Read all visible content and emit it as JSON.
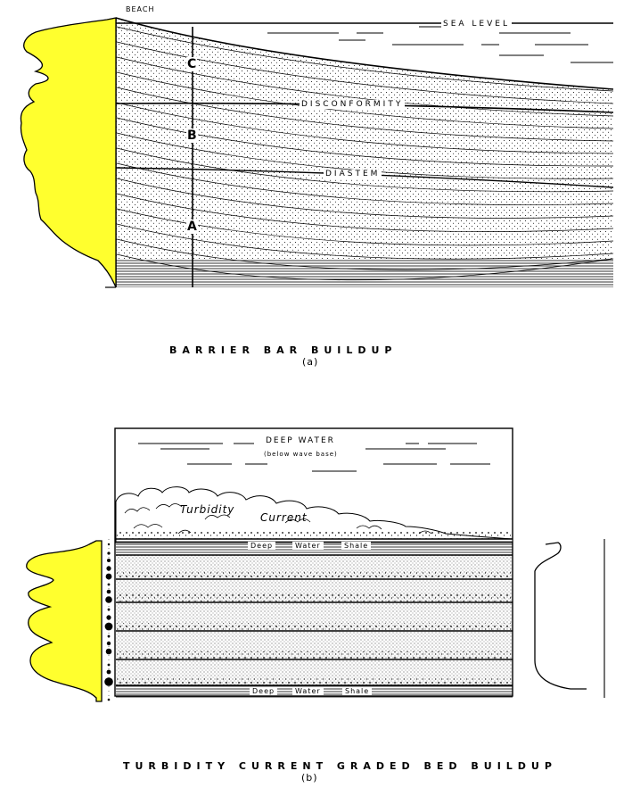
{
  "diagram_a": {
    "beach_label": "BEACH",
    "sea_level_label": "SEA LEVEL",
    "disconformity_label": "DISCONFORMITY",
    "diastem_label": "DIASTEM",
    "zone_labels": [
      "C",
      "B",
      "A"
    ],
    "title": "BARRIER BAR BUILDUP",
    "subtitle": "(a)"
  },
  "diagram_b": {
    "deep_water_label": "DEEP WATER",
    "deep_water_sub": "(below wave base)",
    "turbidity_label_1": "Turbidity",
    "turbidity_label_2": "Current",
    "shale_words": [
      "Deep",
      "Water",
      "Shale"
    ],
    "title": "TURBIDITY CURRENT GRADED BED BUILDUP",
    "subtitle": "(b)"
  },
  "colors": {
    "log_fill": "#ffff2e",
    "ink": "#000000",
    "paper": "#ffffff"
  }
}
